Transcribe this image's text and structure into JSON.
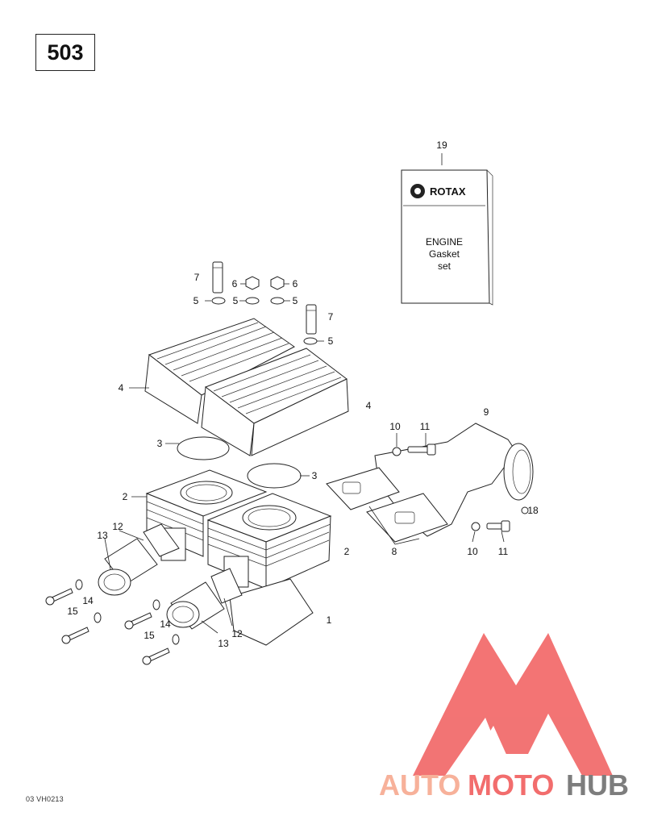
{
  "model_number": "503",
  "drawing_code": "03 VH0213",
  "gasket_set": {
    "brand": "ROTAX",
    "line1": "ENGINE",
    "line2": "Gasket",
    "line3": "set"
  },
  "callouts": {
    "c1": "1",
    "c2a": "2",
    "c2b": "2",
    "c3a": "3",
    "c3b": "3",
    "c4a": "4",
    "c4b": "4",
    "c5a": "5",
    "c5b": "5",
    "c5c": "5",
    "c5d": "5",
    "c6a": "6",
    "c6b": "6",
    "c7a": "7",
    "c7b": "7",
    "c8": "8",
    "c9": "9",
    "c10a": "10",
    "c10b": "10",
    "c11a": "11",
    "c11b": "11",
    "c12a": "12",
    "c12b": "12",
    "c13a": "13",
    "c13b": "13",
    "c14a": "14",
    "c14b": "14",
    "c15a": "15",
    "c15b": "15",
    "c18": "18",
    "c19": "19"
  },
  "watermark": {
    "part1": "AUTO",
    "part2": "MOTO",
    "part3": "HUB",
    "color_main": "#f26d6d",
    "color_light": "#f7b19a",
    "color_dark": "#7d7d7d"
  }
}
